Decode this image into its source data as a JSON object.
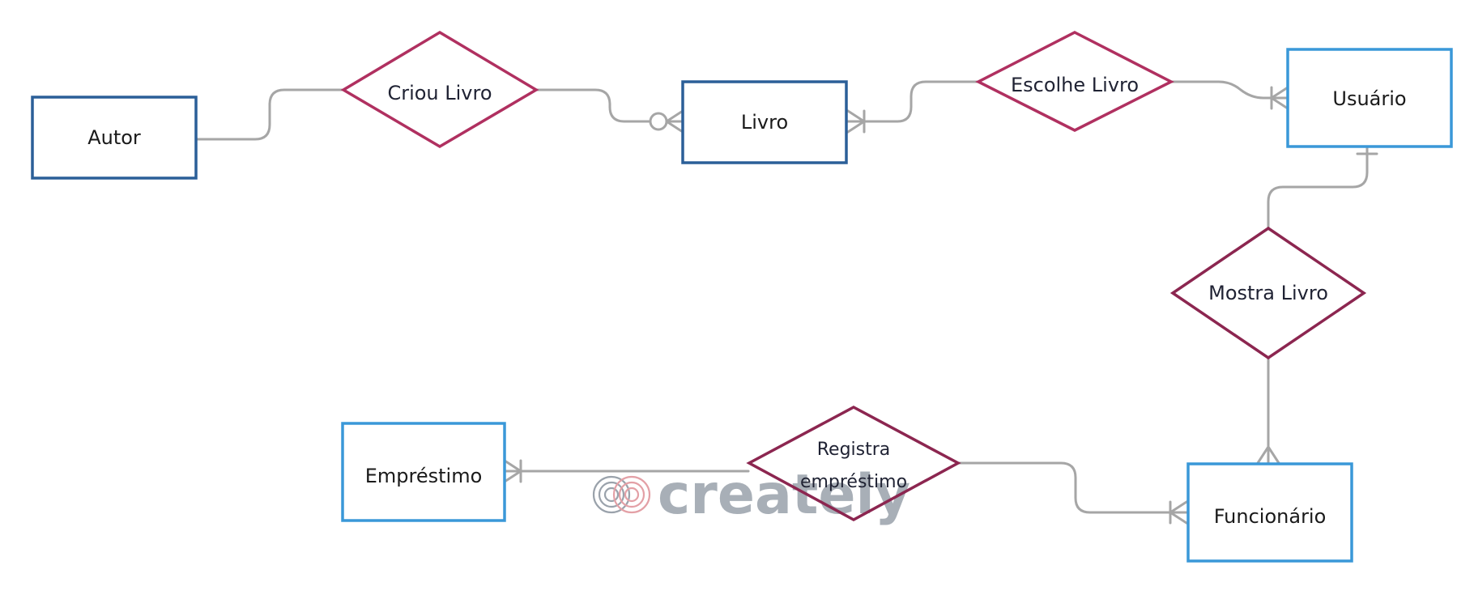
{
  "colors": {
    "entity_dark": "#2b5f98",
    "entity_light": "#3a98d8",
    "relationship": "#b03060",
    "relationship_dark": "#8c2650",
    "connector": "#a6a6a6",
    "watermark": "#9aa2ab"
  },
  "entities": {
    "autor": "Autor",
    "livro": "Livro",
    "usuario": "Usuário",
    "emprestimo": "Empréstimo",
    "funcionario": "Funcionário"
  },
  "relationships": {
    "criou_livro": "Criou Livro",
    "escolhe_livro": "Escolhe Livro",
    "mostra_livro": "Mostra Livro",
    "registra_line1": "Registra",
    "registra_line2": "empréstimo"
  },
  "watermark": {
    "text": "creately"
  }
}
